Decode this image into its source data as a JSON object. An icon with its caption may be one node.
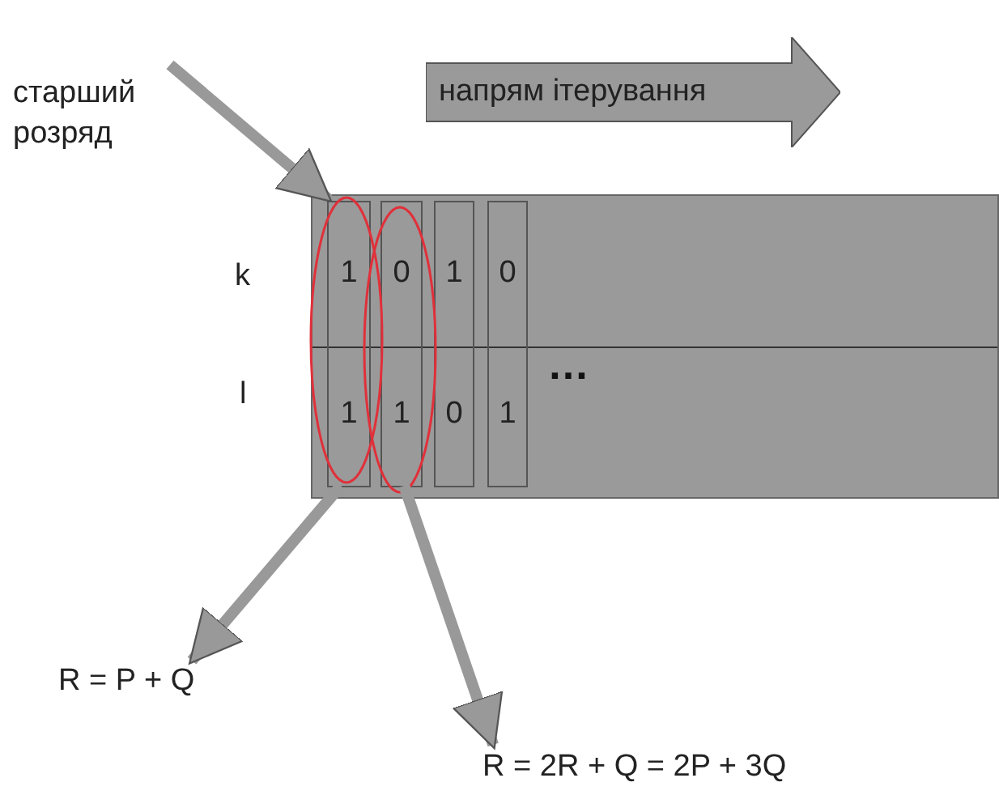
{
  "diagram": {
    "nodes": [
      {
        "text": [
          "старший розряд"
        ]
      },
      {
        "text": [
          "напрям ітерування"
        ]
      },
      {
        "text": [],
        "shape": "box"
      },
      {
        "text": [
          "1",
          "1"
        ],
        "in": 2
      },
      {
        "text": [
          "0",
          "1"
        ],
        "in": 2
      },
      {
        "text": [
          "1",
          "0"
        ],
        "in": 2
      },
      {
        "text": [
          "0",
          "1"
        ],
        "in": 2
      },
      {
        "text": [
          "R = P + Q"
        ]
      },
      {
        "text": [
          "R = 2R + Q = 2P + 3Q"
        ]
      }
    ],
    "edges": [
      {
        "from": 0,
        "to": 3,
        "arrow": "to"
      },
      {
        "from": 3,
        "to": 7,
        "arrow": "to"
      },
      {
        "from": 4,
        "to": 8,
        "arrow": "to"
      }
    ],
    "labels": [
      "k",
      "l",
      "…"
    ]
  }
}
